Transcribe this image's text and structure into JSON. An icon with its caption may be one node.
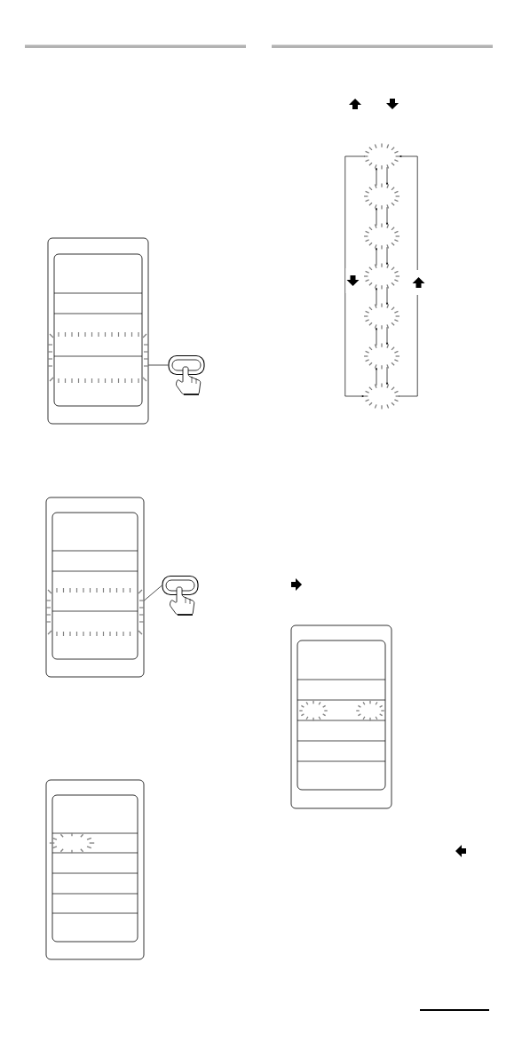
{
  "diagram": {
    "nodes": [
      {
        "text": [],
        "shape": "box"
      },
      {
        "text": [],
        "shape": "button"
      },
      {
        "text": [],
        "shape": "box"
      },
      {
        "text": [],
        "shape": "button"
      },
      {
        "text": [],
        "shape": "box"
      },
      {
        "text": [],
        "shape": "oval"
      },
      {
        "text": [],
        "shape": "oval"
      },
      {
        "text": [],
        "shape": "oval"
      },
      {
        "text": [],
        "shape": "oval"
      },
      {
        "text": [],
        "shape": "oval"
      },
      {
        "text": [],
        "shape": "oval"
      },
      {
        "text": [],
        "shape": "oval"
      },
      {
        "text": [],
        "shape": "box"
      }
    ],
    "edges": [
      {
        "from": 1,
        "to": 0,
        "arrow": "none"
      },
      {
        "from": 3,
        "to": 2,
        "arrow": "none"
      },
      {
        "from": 6,
        "to": 5,
        "arrow": "to"
      },
      {
        "from": 5,
        "to": 6,
        "arrow": "to"
      },
      {
        "from": 7,
        "to": 6,
        "arrow": "to"
      },
      {
        "from": 6,
        "to": 7,
        "arrow": "to"
      },
      {
        "from": 8,
        "to": 7,
        "arrow": "to"
      },
      {
        "from": 7,
        "to": 8,
        "arrow": "to"
      },
      {
        "from": 9,
        "to": 8,
        "arrow": "to"
      },
      {
        "from": 8,
        "to": 9,
        "arrow": "to"
      },
      {
        "from": 10,
        "to": 9,
        "arrow": "to"
      },
      {
        "from": 9,
        "to": 10,
        "arrow": "to"
      },
      {
        "from": 11,
        "to": 10,
        "arrow": "to"
      },
      {
        "from": 10,
        "to": 11,
        "arrow": "to"
      },
      {
        "from": 5,
        "to": 11,
        "arrow": "to"
      },
      {
        "from": 11,
        "to": 5,
        "arrow": "to"
      }
    ]
  }
}
